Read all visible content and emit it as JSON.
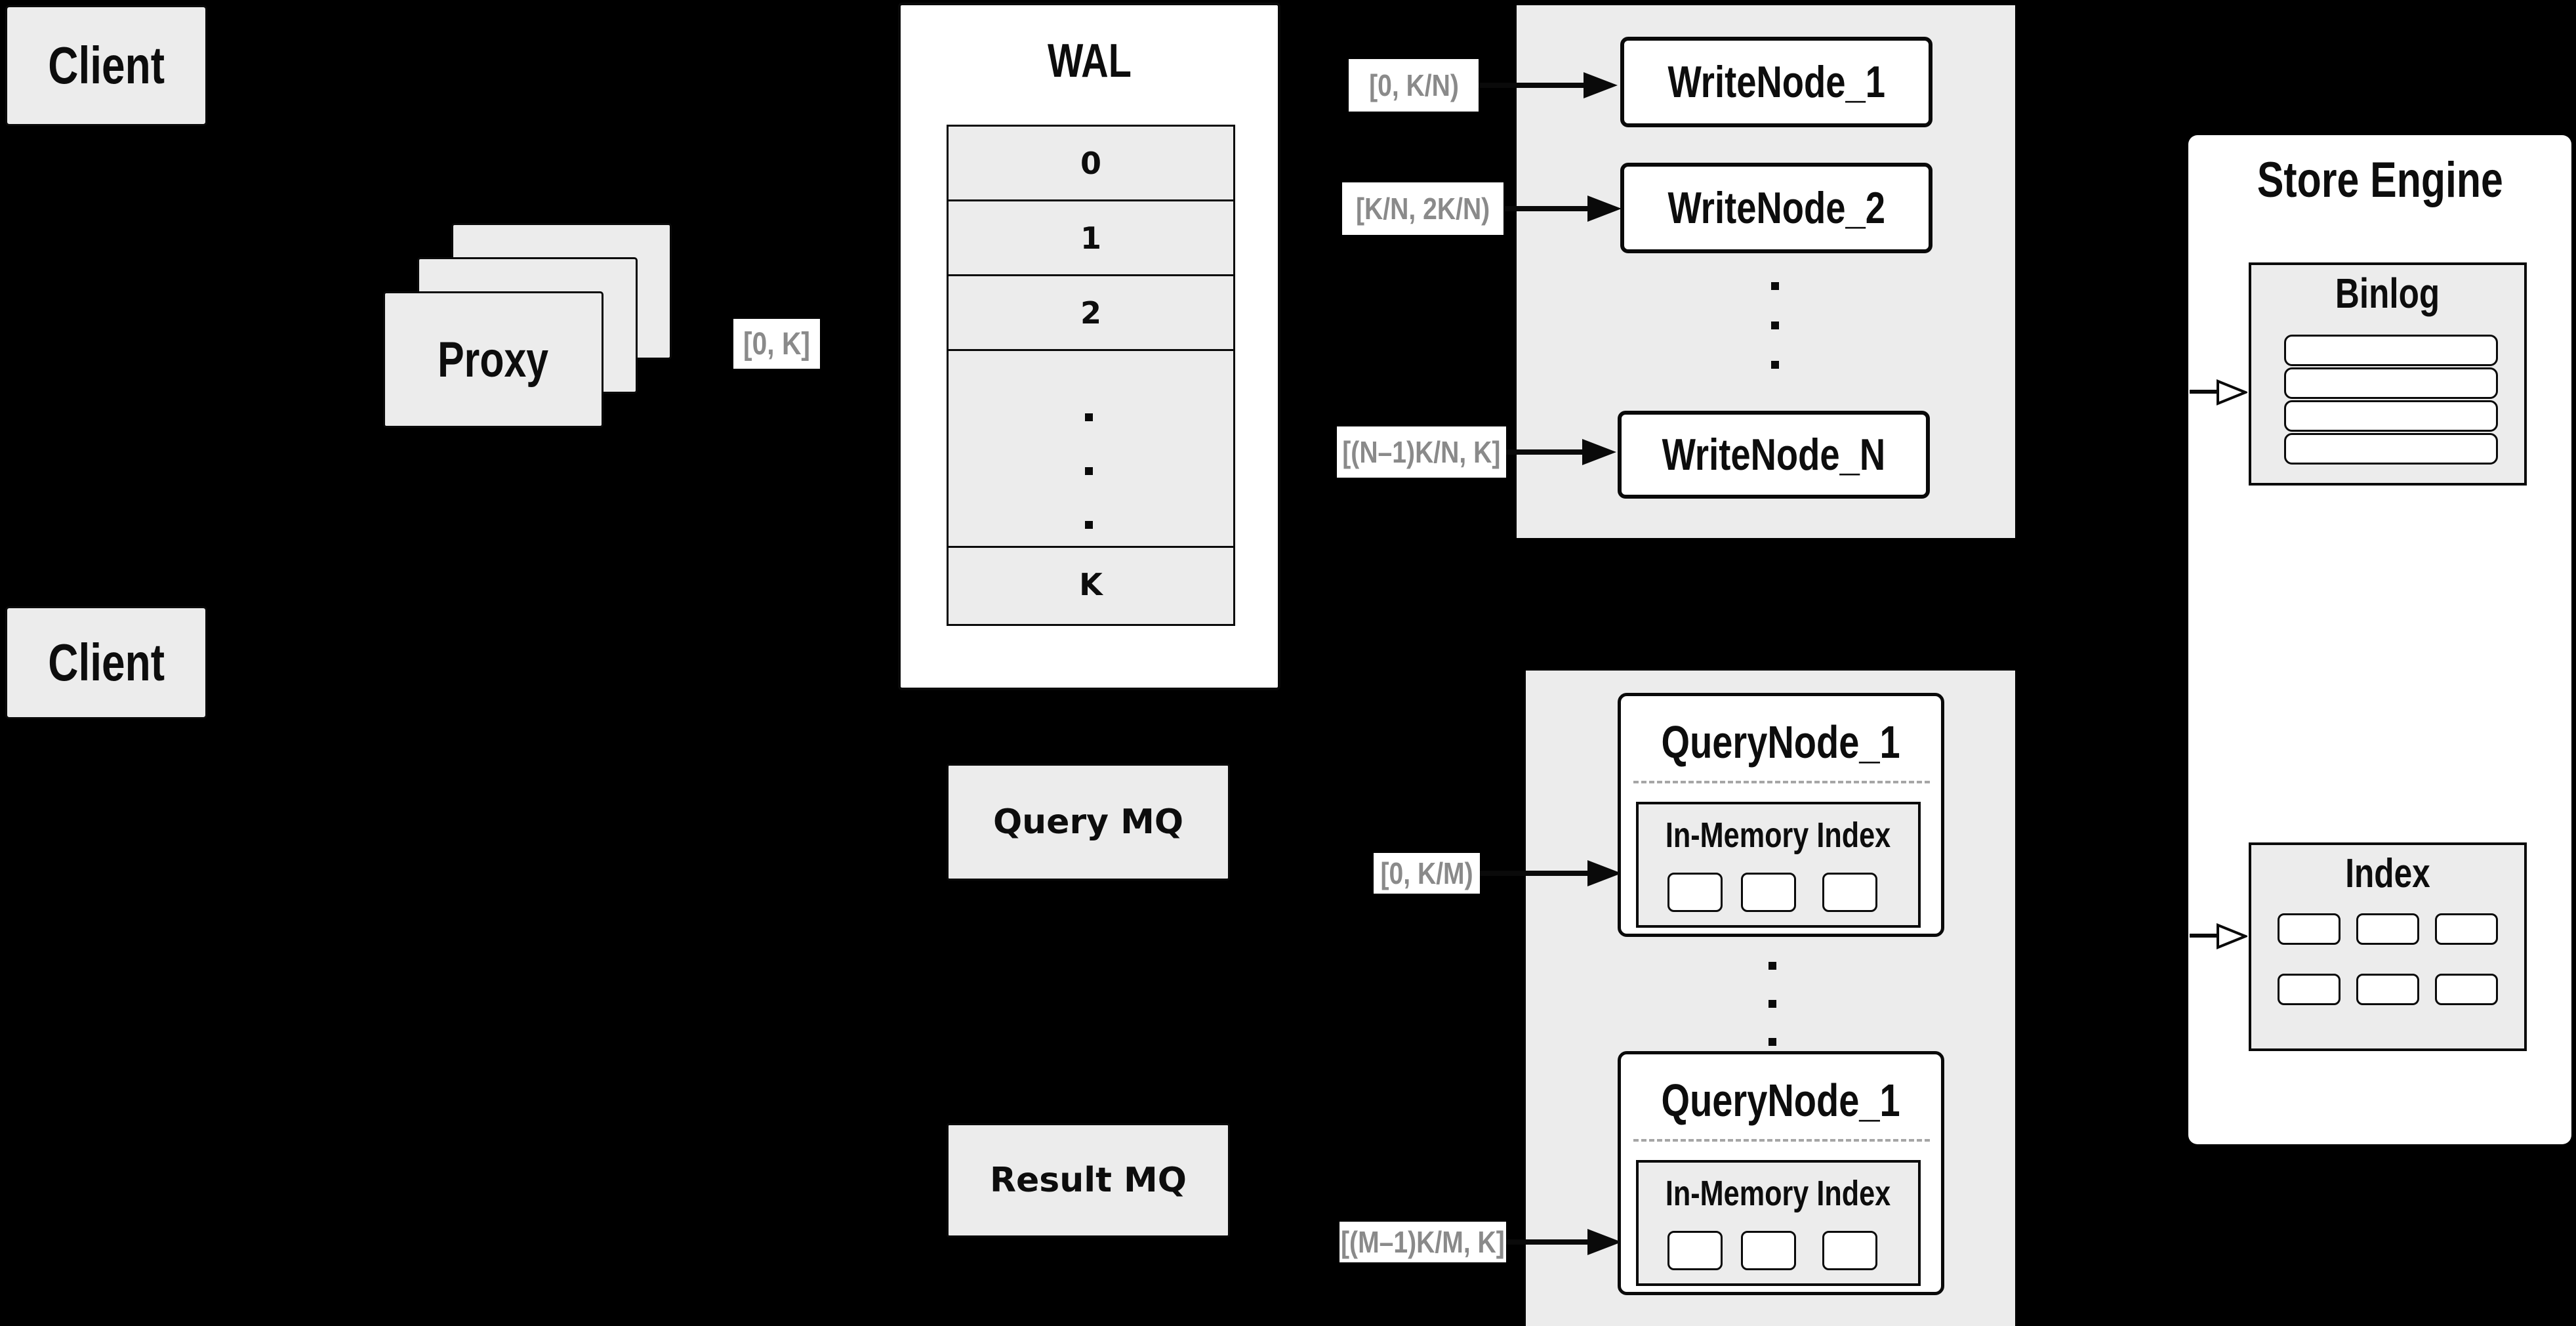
{
  "canvas": {
    "background": "#000000"
  },
  "colors": {
    "box_fill": "#ececec",
    "white": "#ffffff",
    "line": "#0a0a0a",
    "range_text": "#8a8a8a",
    "dashed_separator": "#a6a6a6"
  },
  "clients": {
    "top": "Client",
    "bottom": "Client"
  },
  "proxy": {
    "label": "Proxy"
  },
  "range_full": "[0, K]",
  "wal": {
    "title": "WAL",
    "rows": [
      "0",
      "1",
      "2"
    ],
    "last_row": "K"
  },
  "write_group": {
    "ranges": [
      "[0, K/N)",
      "[K/N, 2K/N)",
      "[(N–1)K/N, K]"
    ],
    "nodes": [
      "WriteNode_1",
      "WriteNode_2",
      "WriteNode_N"
    ]
  },
  "store_engine": {
    "title": "Store Engine",
    "binlog": {
      "title": "Binlog",
      "row_count": 4
    },
    "index": {
      "title": "Index",
      "cell_count": 6
    }
  },
  "mq": {
    "query": "Query MQ",
    "result": "Result MQ"
  },
  "query_group": {
    "ranges": [
      "[0, K/M)",
      "[(M–1)K/M, K]"
    ],
    "nodes": [
      {
        "title": "QueryNode_1",
        "panel": "In-Memory Index"
      },
      {
        "title": "QueryNode_1",
        "panel": "In-Memory Index"
      }
    ]
  }
}
